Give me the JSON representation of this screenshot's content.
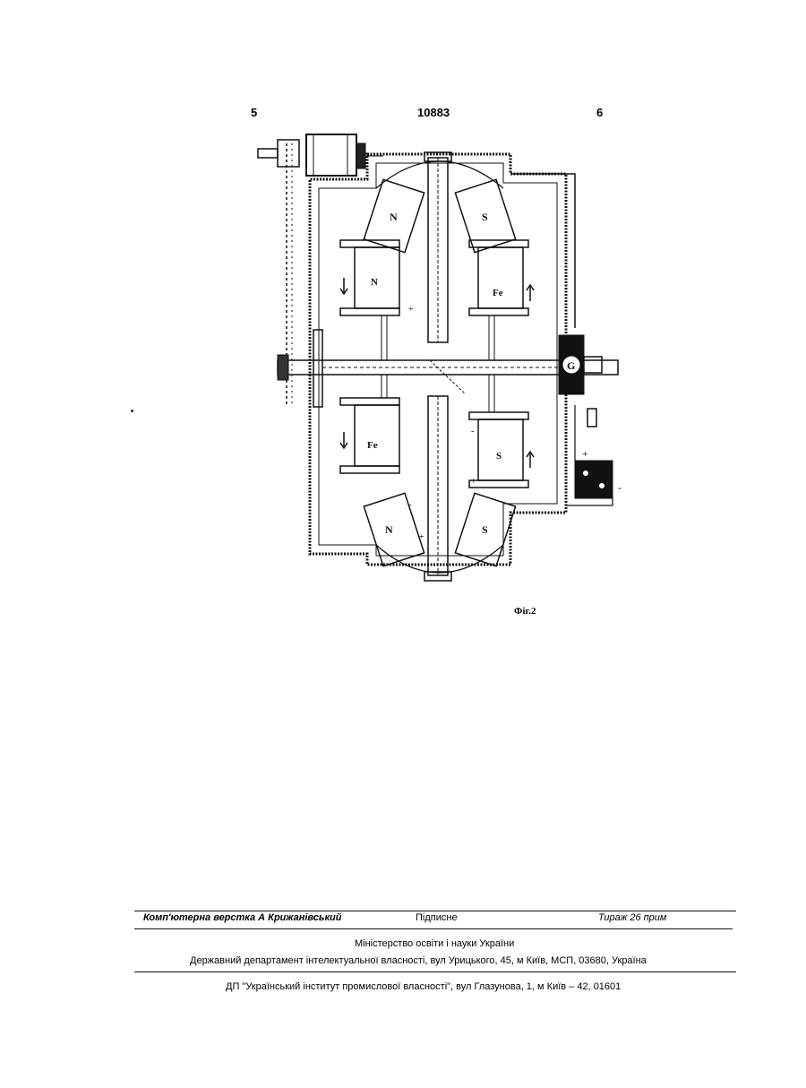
{
  "header": {
    "left_col": "5",
    "doc_number": "10883",
    "right_col": "6"
  },
  "figure": {
    "labels": {
      "magnet_top_left": "N",
      "magnet_top_right": "S",
      "magnet_bottom_left": "N",
      "magnet_bottom_right": "S",
      "coil_upper_left": "N",
      "coil_upper_right": "Fe",
      "coil_lower_left": "Fe",
      "coil_lower_right": "S",
      "plus": "+",
      "minus": "-",
      "generator": "G"
    },
    "caption": "Фіг.2"
  },
  "imprint": {
    "typeset": "Комп'ютерна верстка А  Крижанівський",
    "signed": "Підписне",
    "run": "Тираж 26 прим",
    "ministry": "Міністерство освіти і науки України",
    "department": "Державний департамент інтелектуальної власності, вул  Урицького, 45, м  Київ, МСП, 03680, Україна",
    "publisher": "ДП \"Український інститут промислової власності\", вул  Глазунова, 1, м  Київ – 42, 01601"
  }
}
